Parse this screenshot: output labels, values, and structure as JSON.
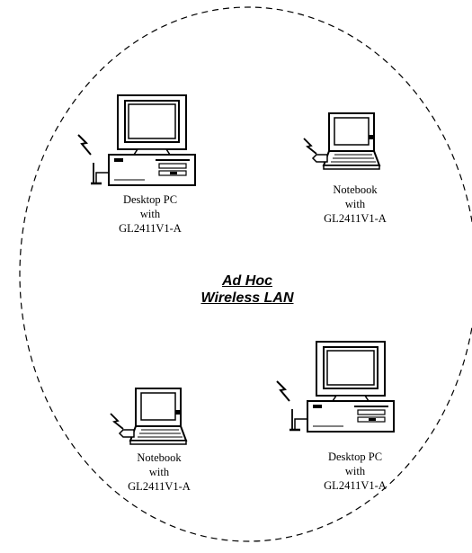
{
  "network": {
    "title_line1": "Ad Hoc",
    "title_line2": "Wireless LAN"
  },
  "nodes": [
    {
      "device": "Desktop PC",
      "connector": "with",
      "adapter": "GL2411V1-A",
      "icon": "desktop-pc-icon"
    },
    {
      "device": "Notebook",
      "connector": "with",
      "adapter": "GL2411V1-A",
      "icon": "notebook-icon"
    },
    {
      "device": "Notebook",
      "connector": "with",
      "adapter": "GL2411V1-A",
      "icon": "notebook-icon"
    },
    {
      "device": "Desktop PC",
      "connector": "with",
      "adapter": "GL2411V1-A",
      "icon": "desktop-pc-icon"
    }
  ],
  "colors": {
    "line": "#000000",
    "background": "#ffffff"
  }
}
